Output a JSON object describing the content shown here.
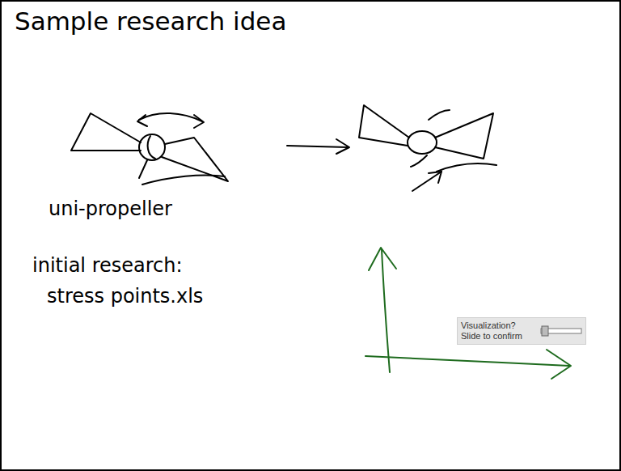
{
  "diagram": {
    "title": "Sample research idea",
    "nodes": [
      {
        "text": [
          "Visualization? Slide to confirm"
        ]
      }
    ],
    "labels": [
      "uni-propeller",
      "initial research:",
      "stress points.xls"
    ]
  }
}
